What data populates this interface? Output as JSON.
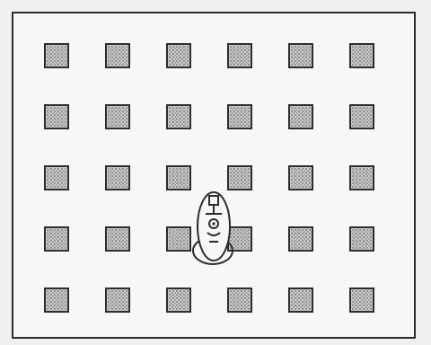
{
  "game": {
    "grid": {
      "rows": 5,
      "cols": 6
    },
    "player_cell": {
      "row": 3,
      "col": 3
    },
    "colors": {
      "border": "#2b2b2b",
      "tile_fill": "#c9c9c9",
      "background": "#f7f7f7"
    },
    "icons": [
      "grid-square-icon",
      "player-capsule-icon",
      "oval-hole-icon"
    ]
  }
}
